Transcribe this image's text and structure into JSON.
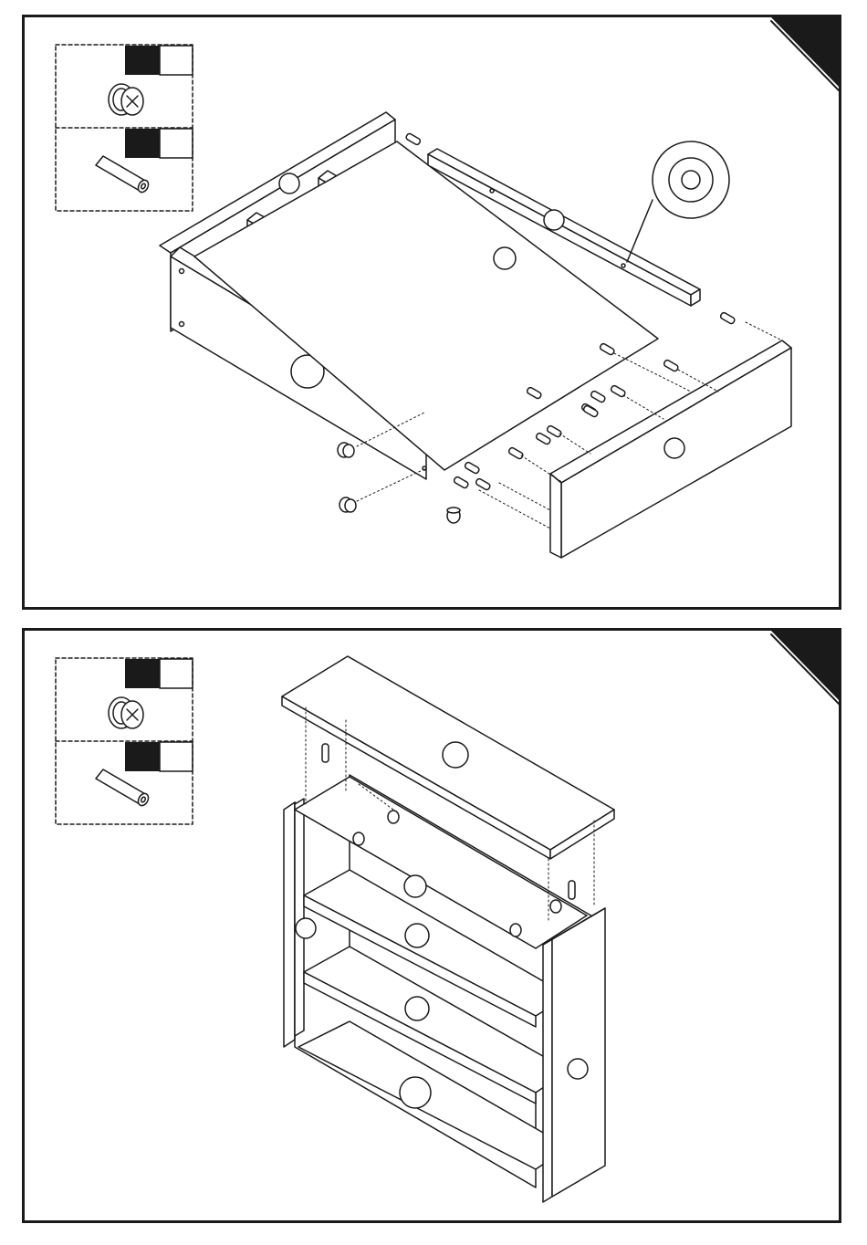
{
  "instructions": {
    "steps": [
      {
        "step_number": "",
        "parts_box": [
          {
            "part": "cam-lock",
            "icon": "cam-lock-icon",
            "quantity": ""
          },
          {
            "part": "wood-dowel",
            "icon": "dowel-icon",
            "quantity": ""
          }
        ]
      },
      {
        "step_number": "",
        "parts_box": [
          {
            "part": "cam-lock",
            "icon": "cam-lock-icon",
            "quantity": ""
          },
          {
            "part": "wood-dowel",
            "icon": "dowel-icon",
            "quantity": ""
          }
        ]
      }
    ]
  },
  "colors": {
    "line": "#1a1a1a",
    "fill": "#ffffff",
    "badge": "#1a1a1a"
  }
}
